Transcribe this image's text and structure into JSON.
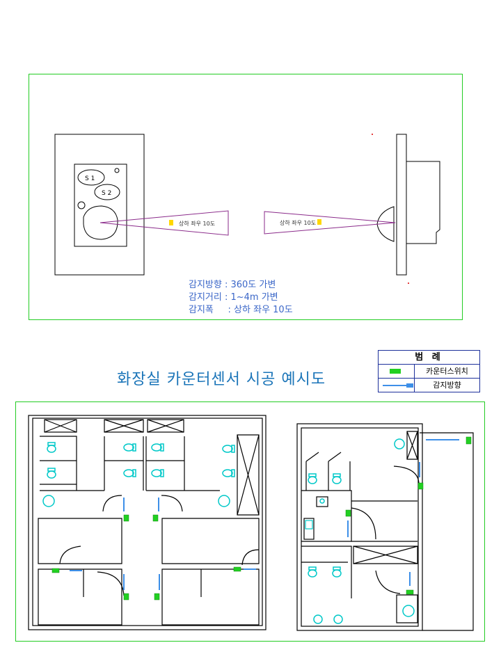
{
  "top_panel": {
    "sensor_left": {
      "button_1": "S 1",
      "button_2": "S 2",
      "beam_label": "상하 좌우 10도"
    },
    "sensor_right": {
      "beam_label": "상하 좌우 10도"
    },
    "specs": {
      "direction": "감지방향 : 360도 가변",
      "distance": "감지거리 : 1~4m 가변",
      "width": "감지폭     : 상하 좌우 10도"
    }
  },
  "title": "화장실 카운터센서 시공 예시도",
  "legend": {
    "header": "범 례",
    "items": [
      {
        "symbol": "counter-switch",
        "label": "카운터스위치"
      },
      {
        "symbol": "sensing-direction",
        "label": "감지방향"
      }
    ]
  },
  "colors": {
    "frame": "#22cc22",
    "switch": "#22d022",
    "direction": "#3d8fe8",
    "fixture": "#00c8c8",
    "beam": "#8a2a8a",
    "spec_text": "#3a66c8",
    "title": "#1a74b8",
    "legend_border": "#1c2f9a"
  }
}
